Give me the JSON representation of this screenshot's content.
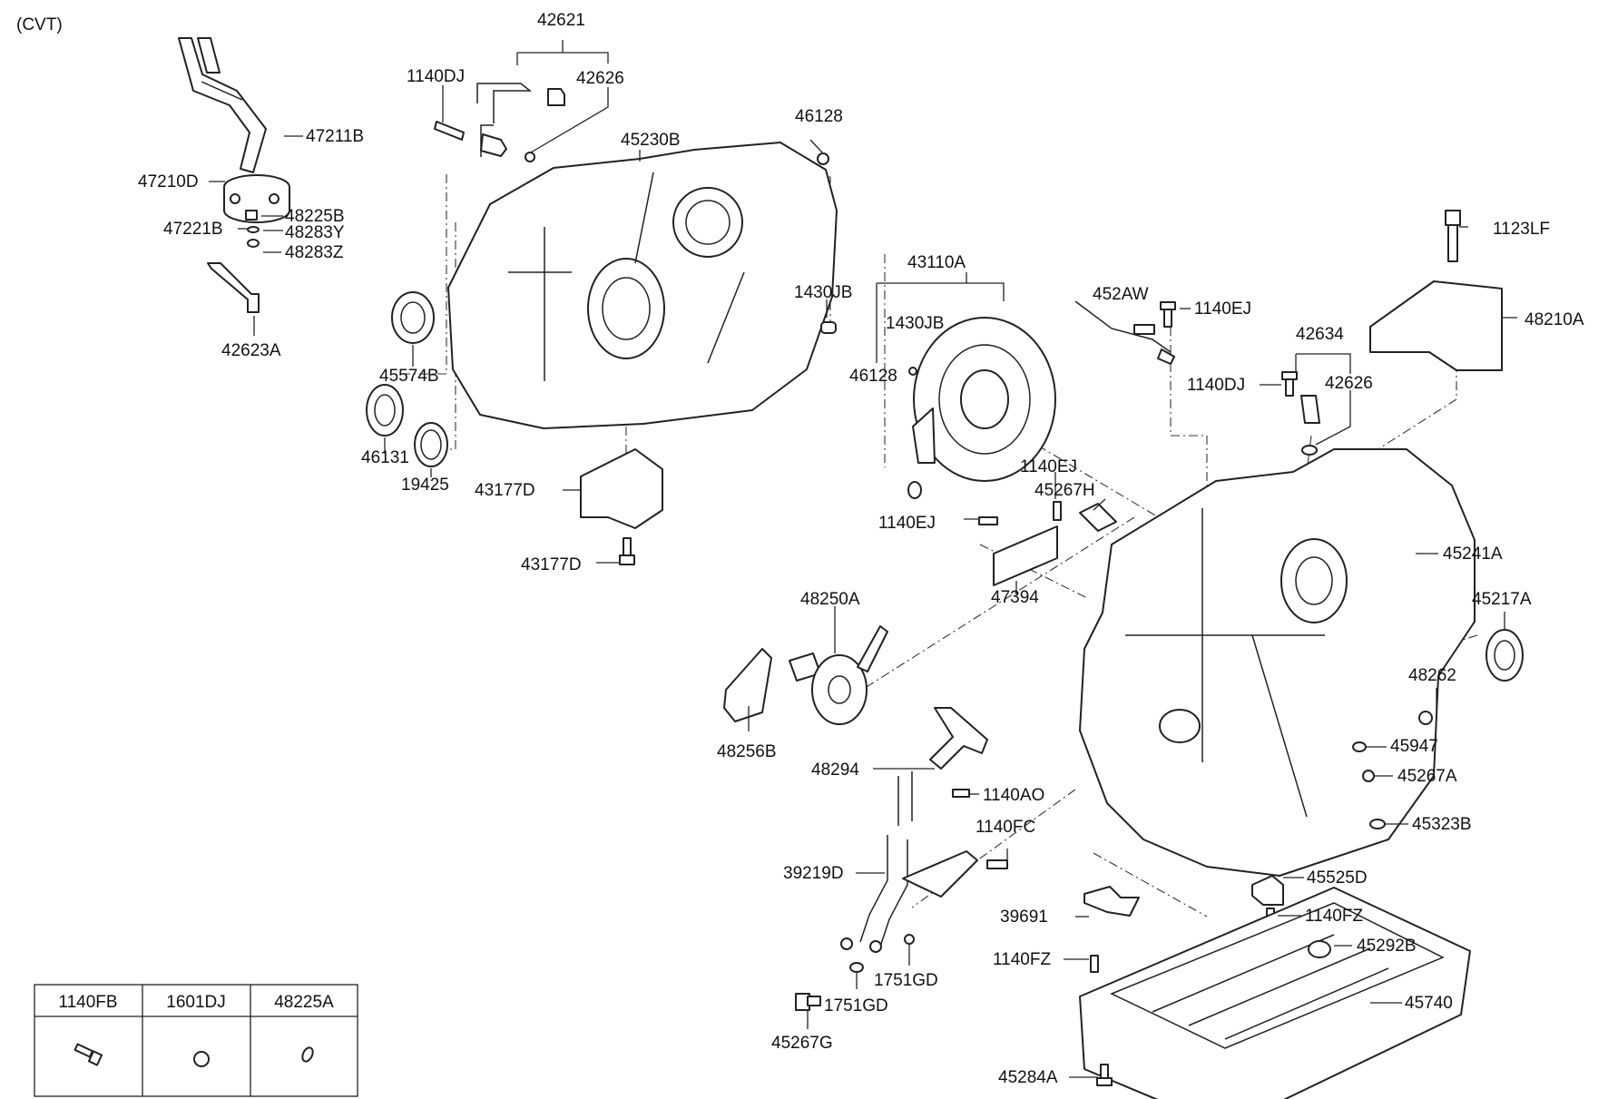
{
  "diagram": {
    "variant_label": "(CVT)",
    "callouts": {
      "p42621": "42621",
      "p42626a": "42626",
      "p1140dj_a": "1140DJ",
      "p47211b": "47211B",
      "p47210d": "47210D",
      "p48225b": "48225B",
      "p47221b": "47221B",
      "p48283y": "48283Y",
      "p48283z": "48283Z",
      "p42623a": "42623A",
      "p45230b": "45230B",
      "p46128a": "46128",
      "p45574b": "45574B",
      "p46131": "46131",
      "p19425": "19425",
      "p43177d_a": "43177D",
      "p43177d_b": "43177D",
      "p1430jb_a": "1430JB",
      "p43110a": "43110A",
      "p1430jb_b": "1430JB",
      "p46128b": "46128",
      "p452aw": "452AW",
      "p1140ej_a": "1140EJ",
      "p1123lf": "1123LF",
      "p48210a": "48210A",
      "p42634": "42634",
      "p1140dj_b": "1140DJ",
      "p42626b": "42626",
      "p1140ej_b": "1140EJ",
      "p45267h": "45267H",
      "p1140ej_c": "1140EJ",
      "p47394": "47394",
      "p45241a": "45241A",
      "p48250a": "48250A",
      "p45217a": "45217A",
      "p48262": "48262",
      "p48256b": "48256B",
      "p45947": "45947",
      "p48294": "48294",
      "p45267a": "45267A",
      "p1140ao": "1140AO",
      "p1140fc": "1140FC",
      "p45323b": "45323B",
      "p39219d": "39219D",
      "p45525d": "45525D",
      "p39691": "39691",
      "p1140fz_a": "1140FZ",
      "p1140fz_b": "1140FZ",
      "p45292b": "45292B",
      "p1751gd_a": "1751GD",
      "p1751gd_b": "1751GD",
      "p45740": "45740",
      "p45267g": "45267G",
      "p45284a": "45284A"
    },
    "legend_table": {
      "headers": [
        "1140FB",
        "1601DJ",
        "48225A"
      ]
    }
  }
}
